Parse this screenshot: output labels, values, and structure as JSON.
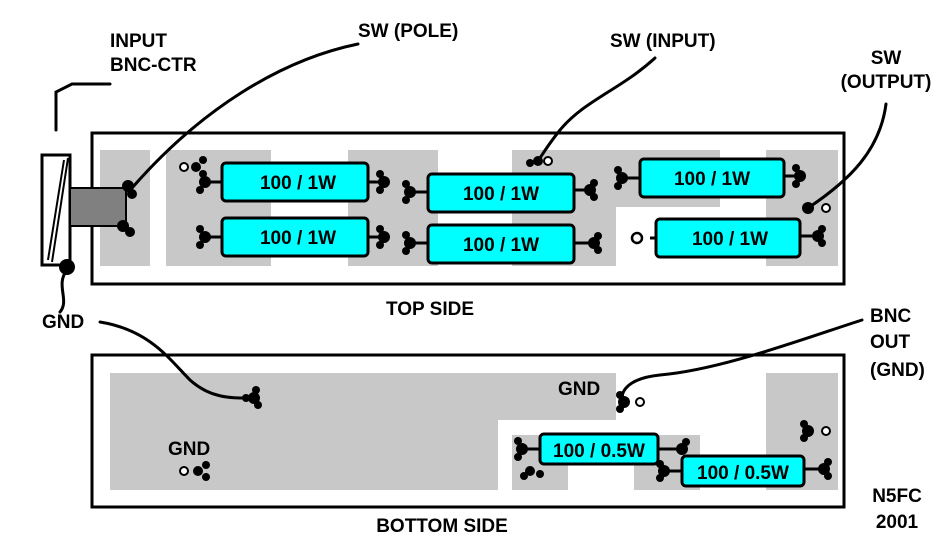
{
  "labels": {
    "input_line1": "INPUT",
    "input_line2": "BNC-CTR",
    "sw_pole": "SW (POLE)",
    "sw_input": "SW (INPUT)",
    "sw_output_line1": "SW",
    "sw_output_line2": "(OUTPUT)",
    "gnd_left": "GND",
    "top_side": "TOP SIDE",
    "bnc_out_line1": "BNC",
    "bnc_out_line2": "OUT",
    "bnc_out_line3": "(GND)",
    "gnd_bottom_right": "GND",
    "gnd_bottom_left": "GND",
    "bottom_side": "BOTTOM SIDE",
    "credit_line1": "N5FC",
    "credit_line2": "2001"
  },
  "resistors": {
    "top_r1": "100 / 1W",
    "top_r2": "100 / 1W",
    "top_r3": "100 / 1W",
    "top_r4": "100 / 1W",
    "top_r5": "100 / 1W",
    "top_r6": "100 / 1W",
    "bottom_r1": "100 / 0.5W",
    "bottom_r2": "100 / 0.5W"
  },
  "colors": {
    "resistor_fill": "#00ffff",
    "copper_pad": "#c8c8c8",
    "board": "#ffffff",
    "ink": "#000000"
  }
}
